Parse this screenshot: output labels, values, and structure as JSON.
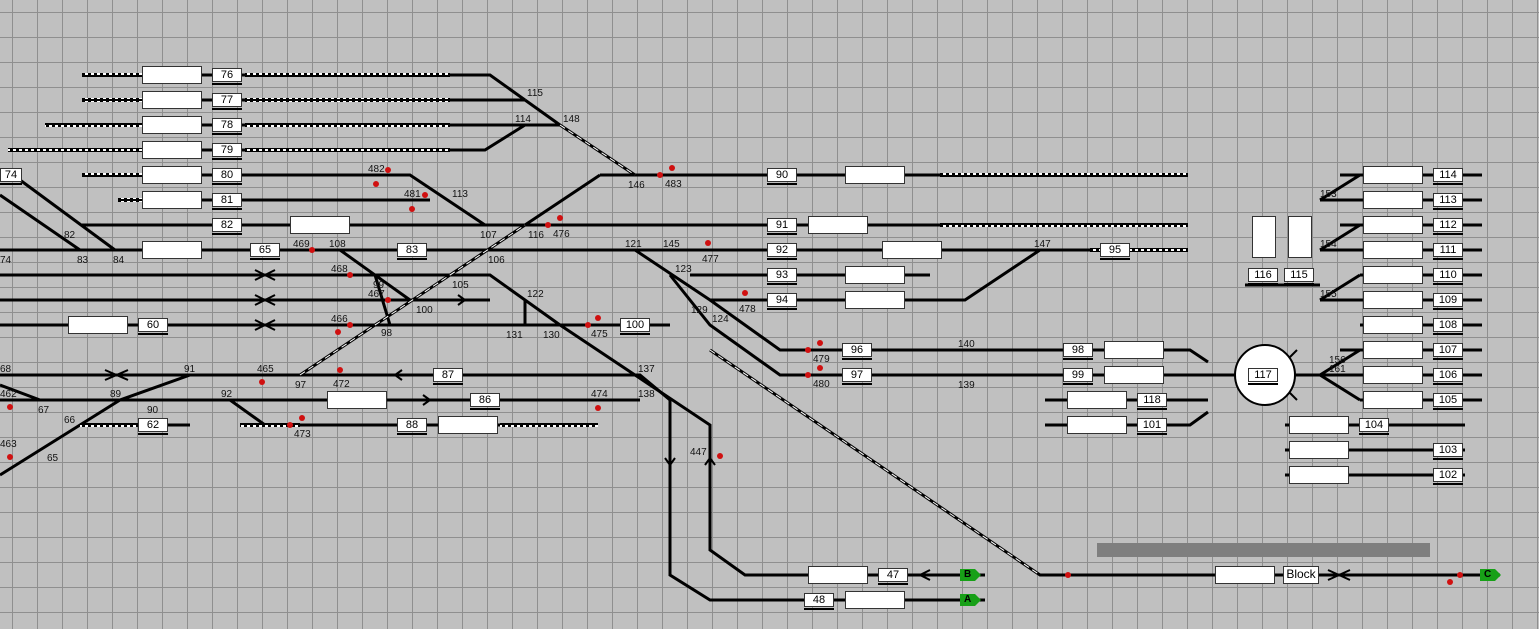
{
  "track_labels": [
    "76",
    "77",
    "78",
    "79",
    "80",
    "81",
    "82",
    "65",
    "83",
    "60",
    "87",
    "86",
    "62",
    "88",
    "90",
    "91",
    "92",
    "93",
    "94",
    "100",
    "96",
    "97",
    "98",
    "99",
    "95",
    "118",
    "101",
    "47",
    "48",
    "116",
    "115",
    "117",
    "114",
    "113",
    "112",
    "111",
    "110",
    "109",
    "108",
    "107",
    "106",
    "105",
    "104",
    "103",
    "102"
  ],
  "node_numbers": [
    "115",
    "114",
    "148",
    "113",
    "82",
    "83",
    "84",
    "74",
    "108",
    "99",
    "98",
    "107",
    "116",
    "121",
    "145",
    "147",
    "106",
    "105",
    "100",
    "122",
    "131",
    "130",
    "123",
    "129",
    "124",
    "146",
    "140",
    "139",
    "137",
    "138",
    "91",
    "92",
    "89",
    "90",
    "68",
    "67",
    "66",
    "65",
    "97",
    "153",
    "154",
    "155",
    "156",
    "161"
  ],
  "signal_numbers": [
    "482",
    "481",
    "483",
    "476",
    "469",
    "468",
    "467",
    "466",
    "465",
    "472",
    "477",
    "478",
    "475",
    "479",
    "480",
    "474",
    "473",
    "462",
    "463",
    "447"
  ],
  "block": {
    "label": "Block"
  },
  "edge_labels": {
    "left_top": "74"
  },
  "endpoints": {
    "b": "B",
    "a": "A",
    "c": "C"
  },
  "colors": {
    "background": "#c0c0c0",
    "grid": "#8f8f8f",
    "track": "#000000",
    "signal_red": "#d01010",
    "endpoint_green": "#17a017"
  }
}
